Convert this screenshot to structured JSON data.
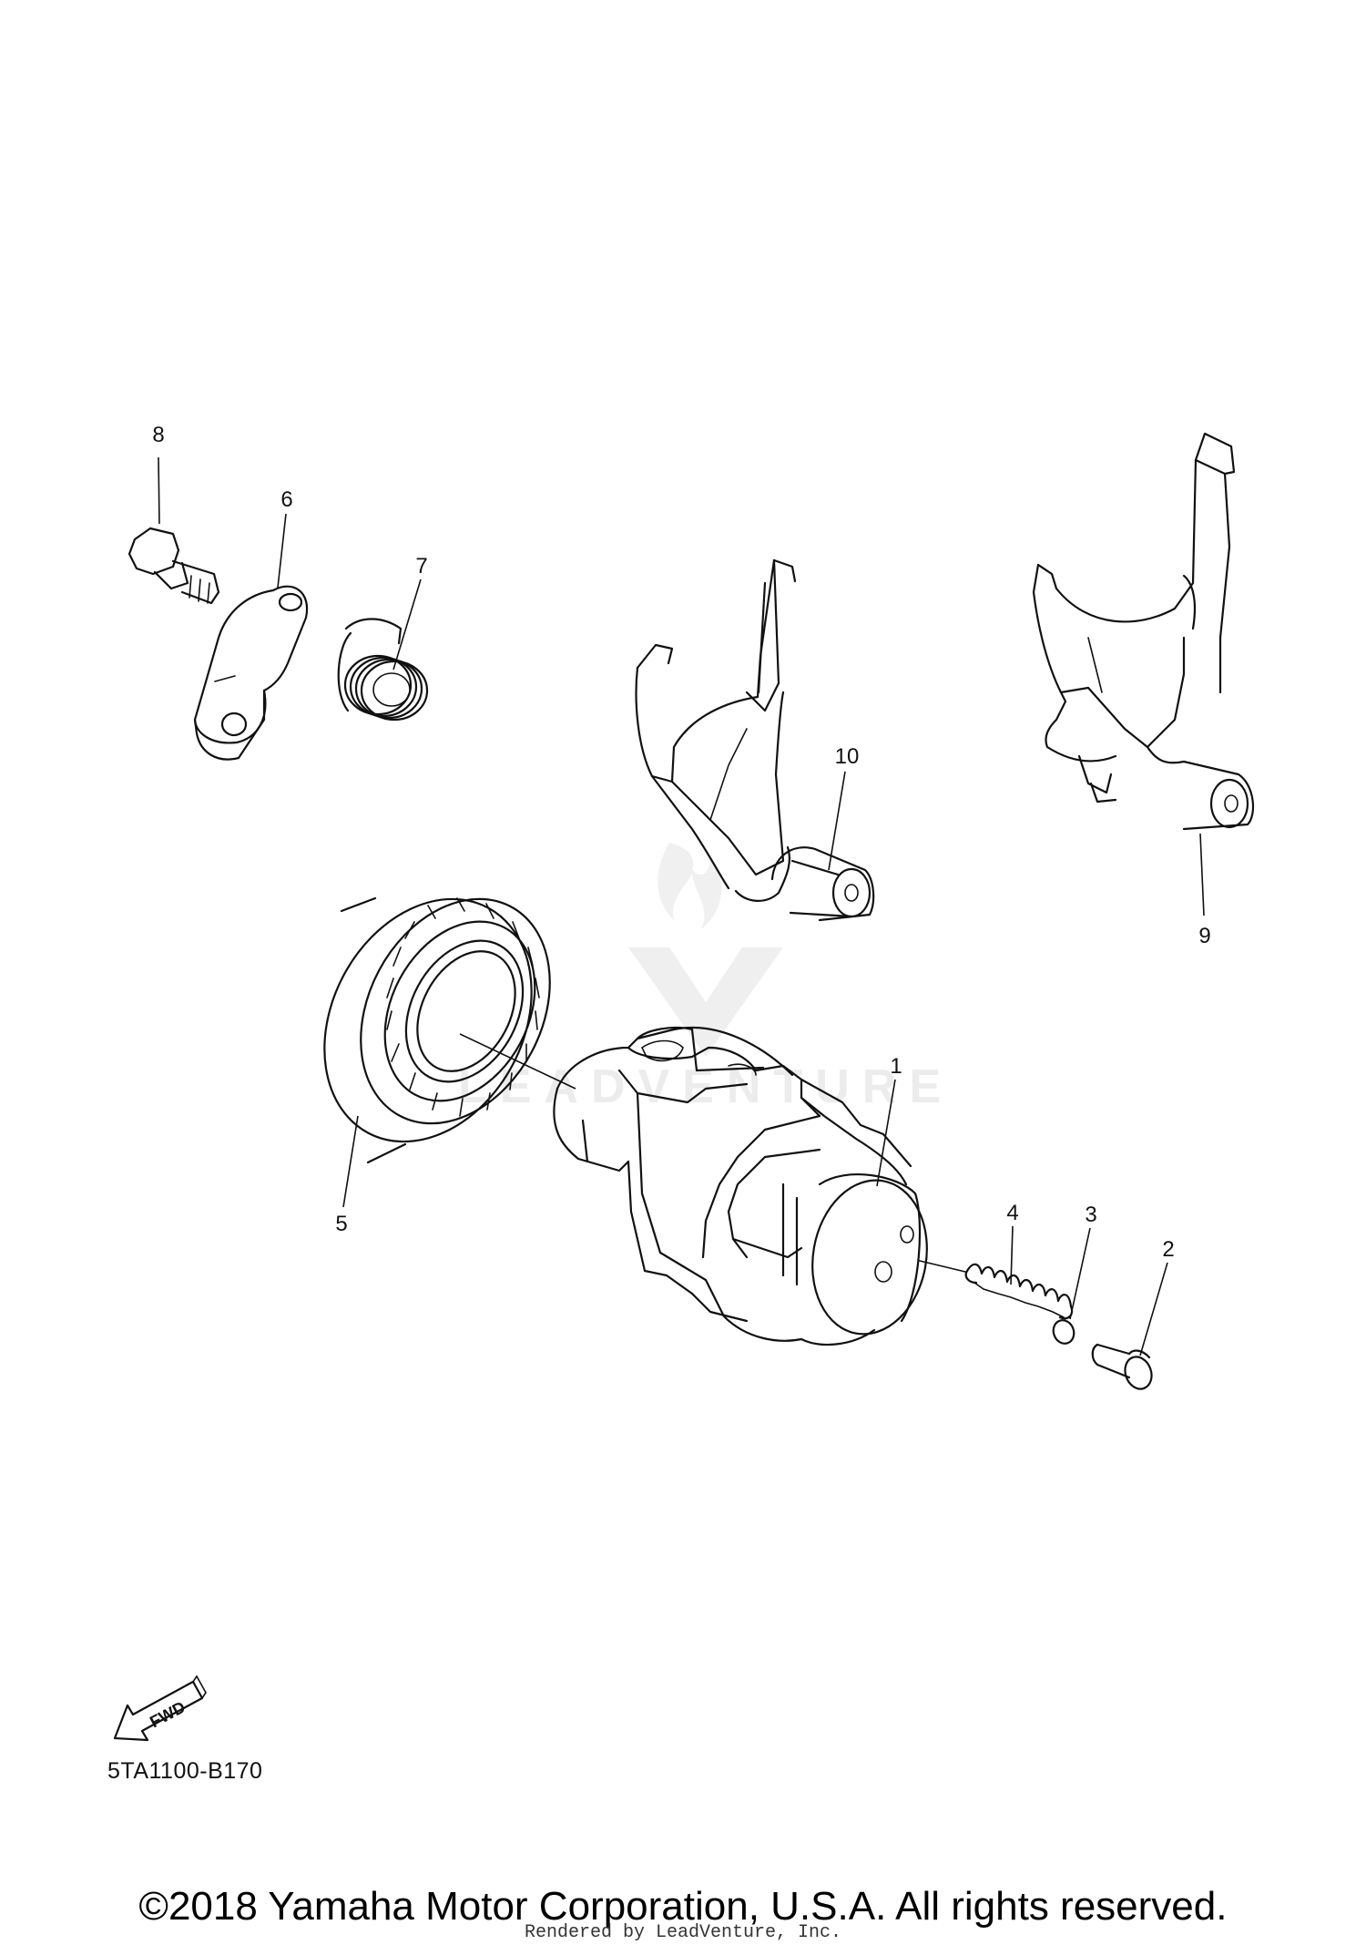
{
  "callouts": {
    "c1": "1",
    "c2": "2",
    "c3": "3",
    "c4": "4",
    "c5": "5",
    "c6": "6",
    "c7": "7",
    "c8": "8",
    "c9": "9",
    "c10": "10"
  },
  "fwd_label": "FWD",
  "diagram_code": "5TA1100-B170",
  "copyright": "©2018 Yamaha Motor Corporation, U.S.A. All rights reserved.",
  "rendered_by": "Rendered by LeadVenture, Inc.",
  "watermark": "LEADVENTURE",
  "colors": {
    "line": "#111111",
    "watermark": "#e6e6e6",
    "background": "#ffffff"
  }
}
